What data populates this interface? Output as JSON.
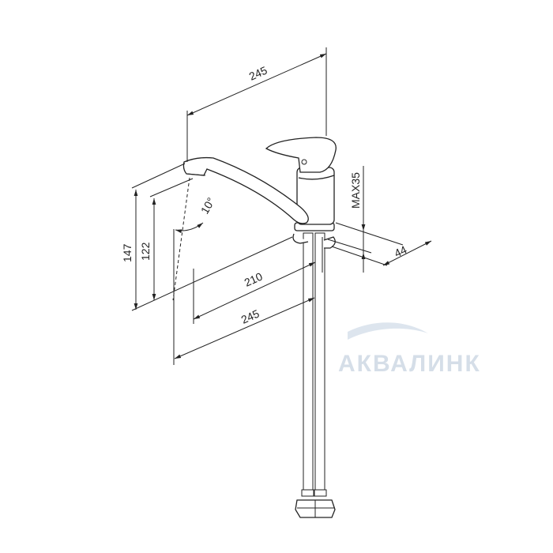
{
  "watermark": "АКВАЛИНК",
  "dimensions": {
    "top_length": "245",
    "height_total": "147",
    "height_spout": "122",
    "angle": "10°",
    "reach_210": "210",
    "reach_245": "245",
    "max_thickness": "MAX35",
    "base_diameter": "44"
  }
}
